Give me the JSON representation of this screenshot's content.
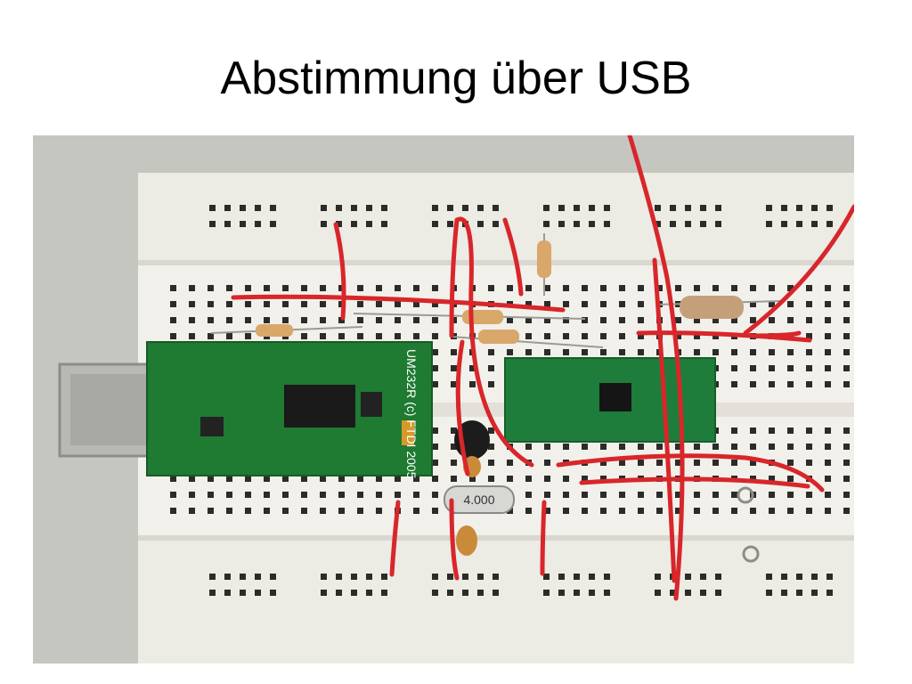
{
  "slide": {
    "title": "Abstimmung über USB"
  },
  "photo": {
    "crystal_label": "4.000",
    "board_label": "UM232R (c) FTDI 2005",
    "colors": {
      "breadboard": "#f2f0ea",
      "hole": "#2b2b2b",
      "pcb": "#1f7a32",
      "wire": "#d8262b",
      "usb_connector": "#b9b9b4"
    }
  }
}
